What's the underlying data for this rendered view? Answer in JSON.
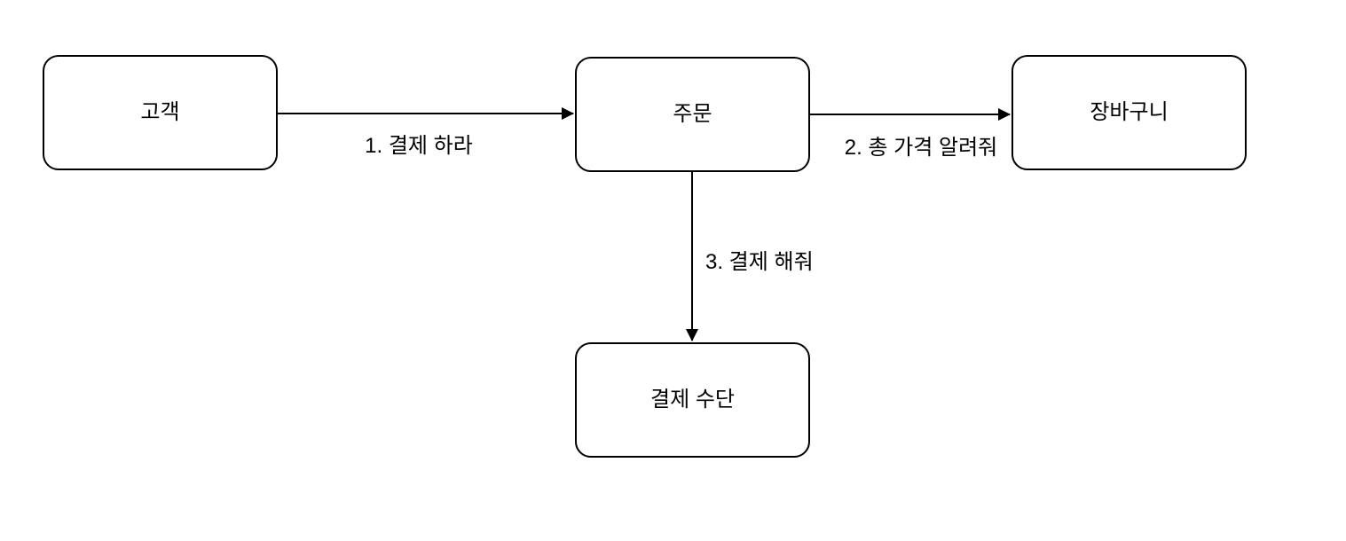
{
  "diagram": {
    "background_color": "#ffffff",
    "stroke_color": "#000000",
    "text_color": "#000000",
    "nodes": [
      {
        "id": "customer",
        "label": "고객"
      },
      {
        "id": "order",
        "label": "주문"
      },
      {
        "id": "cart",
        "label": "장바구니"
      },
      {
        "id": "payment-method",
        "label": "결제 수단"
      }
    ],
    "edges": [
      {
        "id": "customer-to-order",
        "from": "customer",
        "to": "order",
        "label": "1. 결제 하라"
      },
      {
        "id": "order-to-cart",
        "from": "order",
        "to": "cart",
        "label": "2. 총 가격 알려줘"
      },
      {
        "id": "order-to-payment",
        "from": "order",
        "to": "payment-method",
        "label": "3. 결제 해줘"
      }
    ]
  }
}
